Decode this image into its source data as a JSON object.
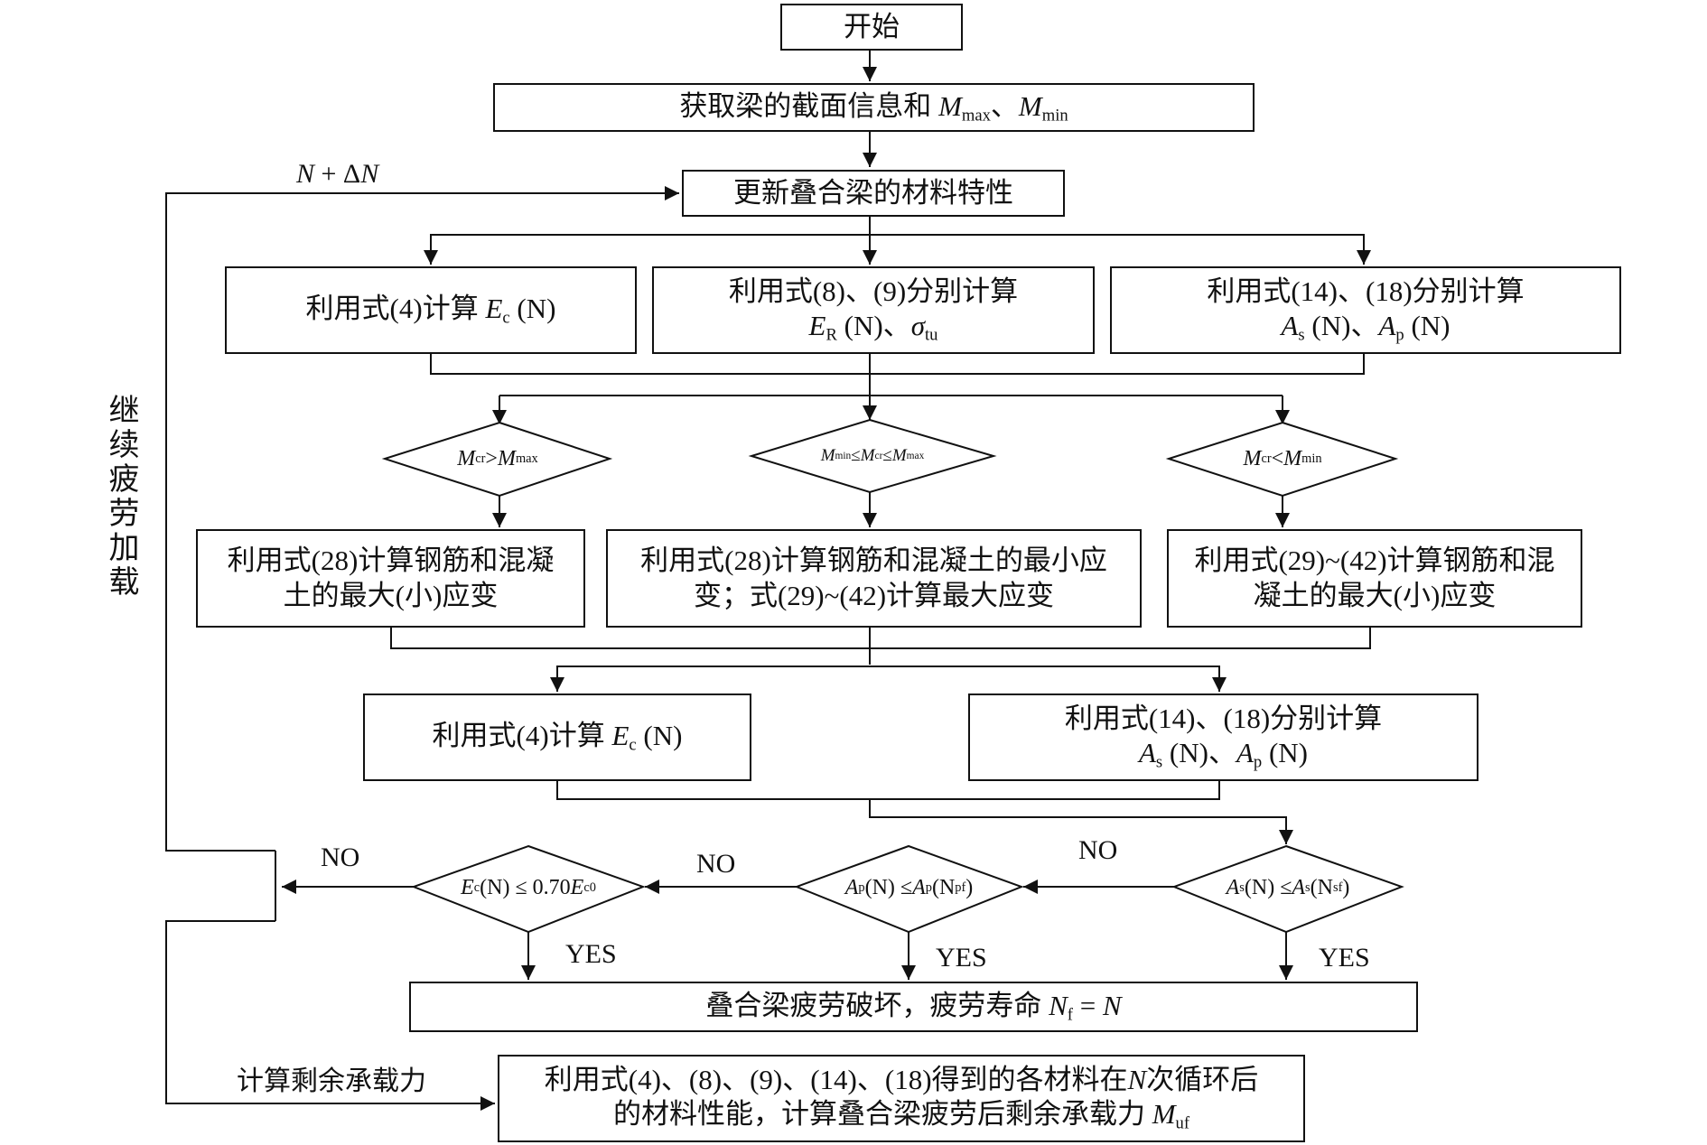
{
  "start": "开始",
  "get_info": {
    "text": "获取梁的截面信息和 ",
    "m_max": "M",
    "m_max_sub": "max",
    "sep": "、",
    "m_min": "M",
    "m_min_sub": "min"
  },
  "loop_increment": {
    "n": "N",
    "plus": " + Δ",
    "n2": "N"
  },
  "update_material": "更新叠合梁的材料特性",
  "calc_top": {
    "ec": {
      "text": "利用式(4)计算 ",
      "sym": "E",
      "sub": "c",
      "arg": " (N)"
    },
    "er": {
      "line1": "利用式(8)、(9)分别计算",
      "sym": "E",
      "sub": "R",
      "arg": " (N)、",
      "sigma": "σ",
      "sigma_sub": "tu"
    },
    "as_ap": {
      "line1": "利用式(14)、(18)分别计算",
      "as": "A",
      "as_sub": "s",
      "as_arg": " (N)、",
      "ap": "A",
      "ap_sub": "p",
      "ap_arg": " (N)"
    }
  },
  "conditions": {
    "left": {
      "a": "M",
      "a_sub": "cr",
      "op": " > ",
      "b": "M",
      "b_sub": "max"
    },
    "mid": {
      "a": "M",
      "a_sub": "min",
      "op1": " ≤ ",
      "b": "M",
      "b_sub": "cr",
      "op2": " ≤ ",
      "c": "M",
      "c_sub": "max"
    },
    "right": {
      "a": "M",
      "a_sub": "cr",
      "op": " < ",
      "b": "M",
      "b_sub": "min"
    }
  },
  "strain_boxes": {
    "left": {
      "line1": "利用式(28)计算钢筋和混凝",
      "line2": "土的最大(小)应变"
    },
    "mid": {
      "line1": "利用式(28)计算钢筋和混凝土的最小应",
      "line2": "变；式(29)~(42)计算最大应变"
    },
    "right": {
      "line1": "利用式(29)~(42)计算钢筋和混",
      "line2": "凝土的最大(小)应变"
    }
  },
  "calc_second": {
    "ec": {
      "text": "利用式(4)计算 ",
      "sym": "E",
      "sub": "c",
      "arg": " (N)"
    },
    "as_ap": {
      "line1": "利用式(14)、(18)分别计算",
      "as": "A",
      "as_sub": "s",
      "as_arg": " (N)、",
      "ap": "A",
      "ap_sub": "p",
      "ap_arg": " (N)"
    }
  },
  "checks": {
    "ec": {
      "a": "E",
      "a_sub": "c",
      "mid": " (N) ≤ 0.70",
      "b": "E",
      "b_sub": "c0"
    },
    "ap": {
      "a": "A",
      "a_sub": "p",
      "mid": " (N) ≤ ",
      "b": "A",
      "b_sub": "p",
      "end": " (N",
      "end_sub": "pf",
      "close": ")"
    },
    "as": {
      "a": "A",
      "a_sub": "s",
      "mid": " (N) ≤ ",
      "b": "A",
      "b_sub": "s",
      "end": " (N",
      "end_sub": "sf",
      "close": ")"
    }
  },
  "labels": {
    "no": "NO",
    "yes": "YES",
    "continue_fatigue": "继续疲劳加载",
    "residual": "计算剩余承载力"
  },
  "failure": {
    "text": "叠合梁疲劳破坏，疲劳寿命 ",
    "n": "N",
    "n_sub": "f",
    "eq": " = ",
    "n2": "N"
  },
  "residual_box": {
    "line1a": "利用式(4)、(8)、(9)、(14)、(18)得到的各材料在",
    "line1n": "N",
    "line1b": "次循环后",
    "line2": "的材料性能，计算叠合梁疲劳后剩余承载力 ",
    "m": "M",
    "m_sub": "uf"
  },
  "colors": {
    "line": "#111111",
    "background": "#ffffff"
  }
}
